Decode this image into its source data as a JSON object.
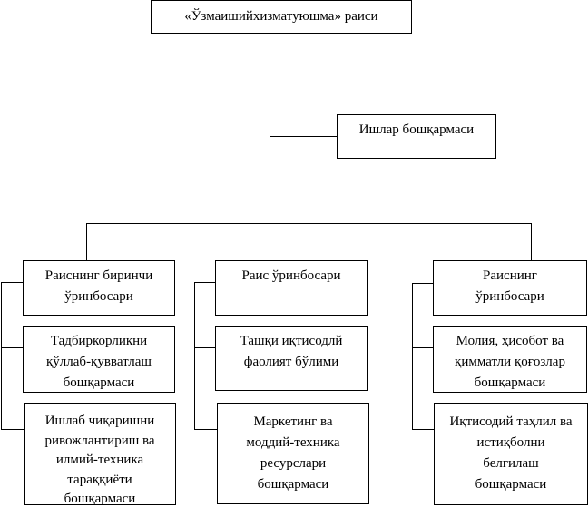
{
  "root": {
    "label": "«Ўзмаишийхизматуюшма» раиси"
  },
  "staff": {
    "label": "Ишлар бошқармаси"
  },
  "columns": [
    {
      "head": [
        "Раиснинг биринчи",
        "ўринбосари"
      ],
      "units": [
        [
          "Тадбиркорликни",
          "қўллаб-қувватлаш",
          "бошқармаси"
        ],
        [
          "Ишлаб чиқаришни",
          "ривожлантириш ва",
          "илмий-техника",
          "тараққиёти",
          "бошқармаси"
        ]
      ]
    },
    {
      "head": [
        "Раис ўринбосари"
      ],
      "units": [
        [
          "Ташқи иқтисодлй",
          "фаолият бўлими"
        ],
        [
          "Маркетинг ва",
          "моддий-техника",
          "ресурслари",
          "бошқармаси"
        ]
      ]
    },
    {
      "head": [
        "Раиснинг",
        "ўринбосари"
      ],
      "units": [
        [
          "Молия, ҳисобот ва",
          "қимматли қоғозлар",
          "бошқармаси"
        ],
        [
          "Иқтисодий таҳлил ва",
          "истиқболни",
          "белгилаш",
          "бошқармаси"
        ]
      ]
    }
  ]
}
